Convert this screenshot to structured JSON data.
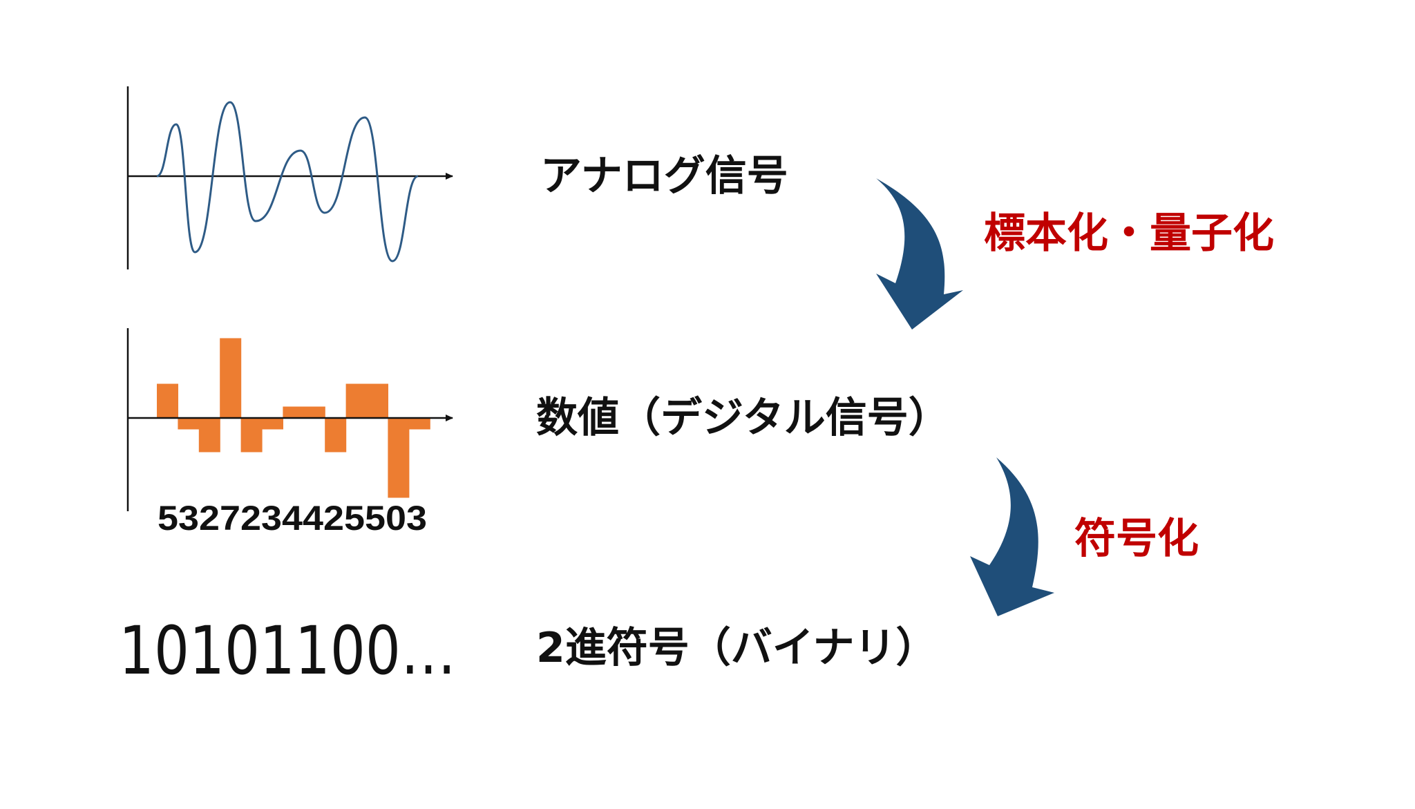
{
  "stages": {
    "analog": {
      "label": "アナログ信号"
    },
    "digital": {
      "label": "数値（デジタル信号）",
      "samples_text": "5327234425503"
    },
    "binary": {
      "label": "2進符号（バイナリ）",
      "bits_text": "10101100…"
    }
  },
  "steps": {
    "sampling": {
      "label": "標本化・量子化"
    },
    "coding": {
      "label": "符号化"
    }
  },
  "samples": [
    5,
    3,
    2,
    7,
    2,
    3,
    4,
    4,
    2,
    5,
    5,
    0,
    3
  ],
  "colors": {
    "wave": "#2e5b86",
    "bar": "#ed7d31",
    "arrow": "#1f4e79",
    "step_text": "#c00000",
    "text": "#111111",
    "axis": "#111111"
  }
}
